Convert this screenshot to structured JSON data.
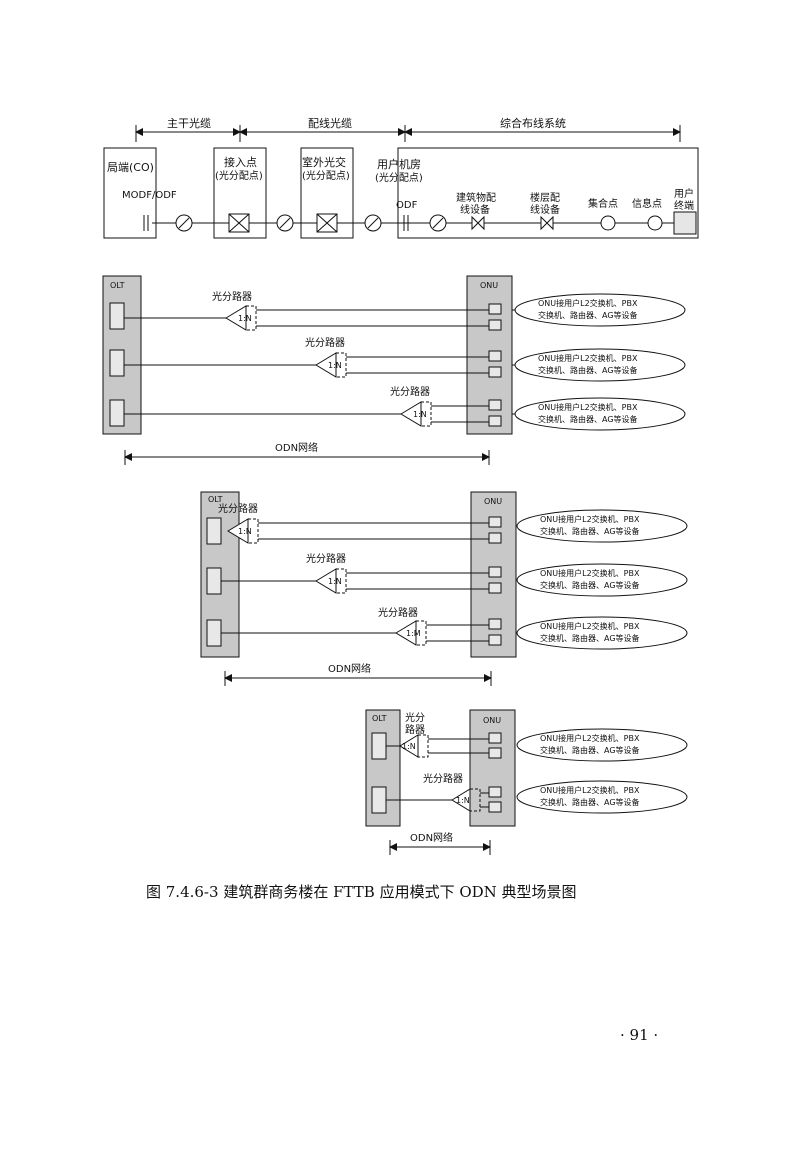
{
  "top": {
    "seg_trunk": "主干光缆",
    "seg_distribution": "配线光缆",
    "seg_cabling": "综合布线系统",
    "co_label": "局端(CO)",
    "modf_label": "MODF/ODF",
    "access_point_l1": "接入点",
    "access_point_l2": "(光分配点)",
    "outdoor_cross_l1": "室外光交",
    "outdoor_cross_l2": "(光分配点)",
    "user_room_l1": "用户机房",
    "user_room_l2": "(光分配点)",
    "odf_label": "ODF",
    "bldg_dist_l1": "建筑物配",
    "bldg_dist_l2": "线设备",
    "floor_dist_l1": "楼层配",
    "floor_dist_l2": "线设备",
    "cp_label": "集合点",
    "info_point": "信息点",
    "terminal_l1": "用户",
    "terminal_l2": "终端"
  },
  "common": {
    "olt": "OLT",
    "onu": "ONU",
    "splitter": "光分路器",
    "splitter_split_l1": "光分",
    "splitter_split_l2": "路器",
    "ratio_n": "1:N",
    "ratio_m": "1:M",
    "odn": "ODN网络",
    "ellipse_l1": "ONU接用户L2交换机、PBX",
    "ellipse_l2": "交换机、路由器、AG等设备"
  },
  "caption": "图 7.4.6-3  建筑群商务楼在 FTTB 应用模式下 ODN 典型场景图",
  "page_number": "· 91 ·",
  "colors": {
    "box_fill": "#c8c8c8",
    "line": "#111111"
  }
}
